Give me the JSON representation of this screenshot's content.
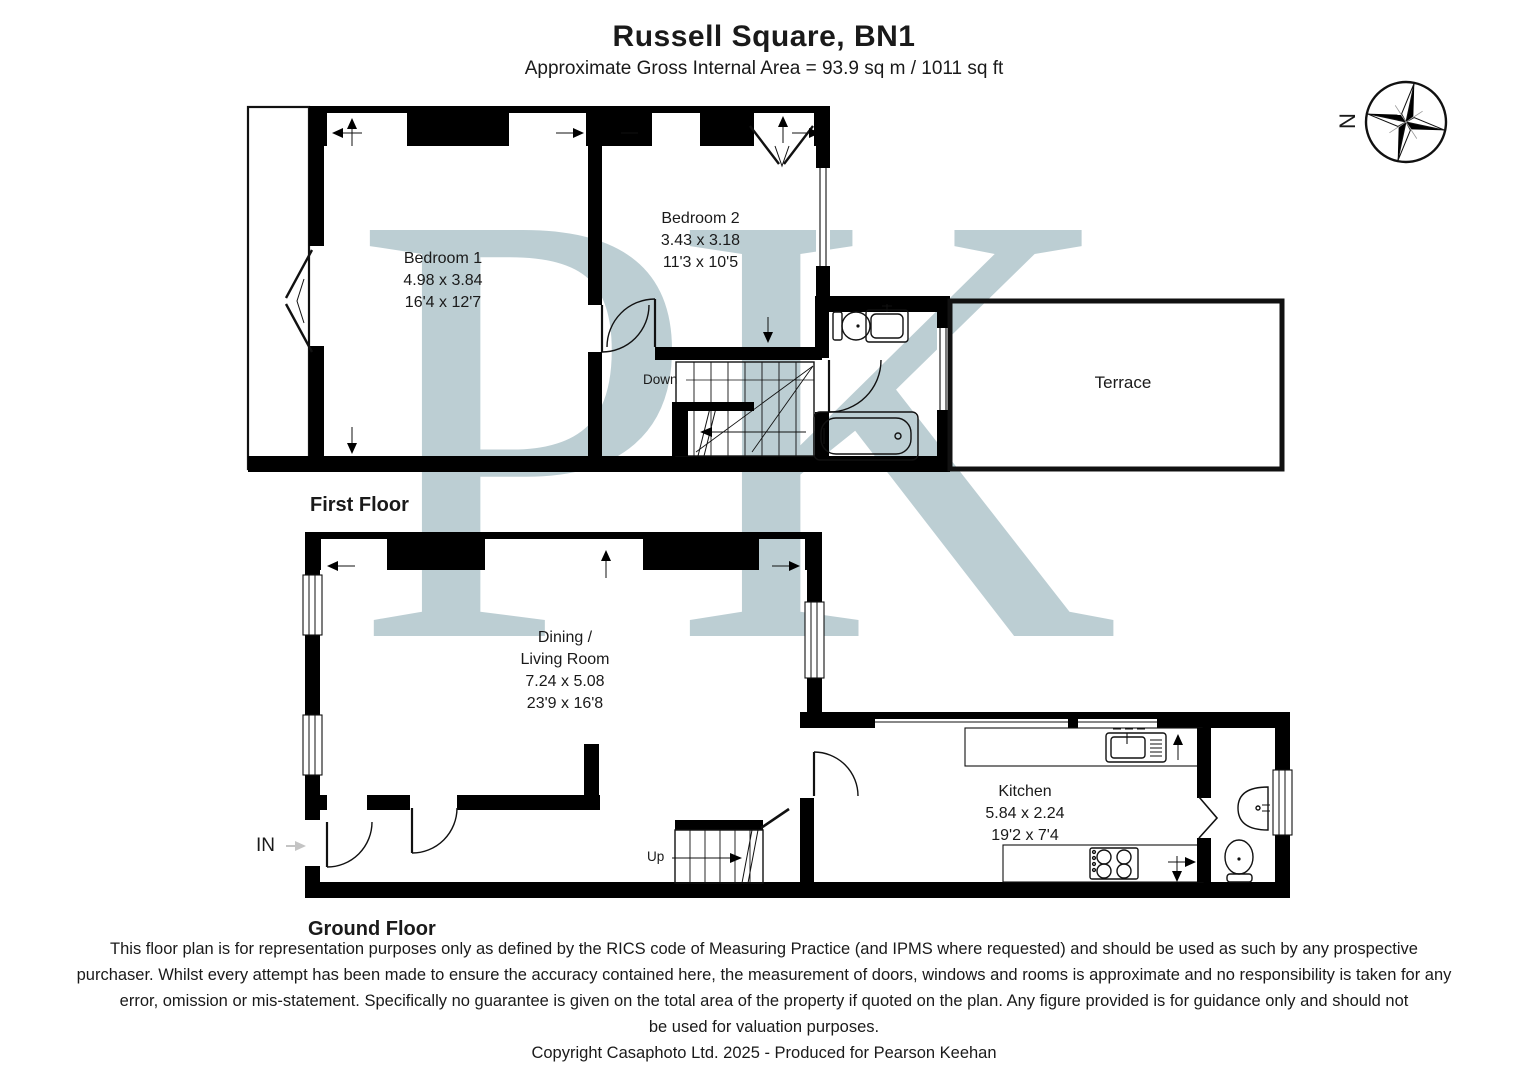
{
  "title": "Russell Square, BN1",
  "subtitle": "Approximate Gross Internal Area = 93.9 sq m / 1011 sq ft",
  "compass": {
    "north": "N"
  },
  "watermark": "PK",
  "first_floor": {
    "label": "First Floor",
    "bedroom1": {
      "name": "Bedroom 1",
      "metric": "4.98 x 3.84",
      "imperial": "16'4 x 12'7"
    },
    "bedroom2": {
      "name": "Bedroom 2",
      "metric": "3.43 x 3.18",
      "imperial": "11'3 x 10'5"
    },
    "terrace": {
      "name": "Terrace"
    },
    "stairs": {
      "label": "Down"
    }
  },
  "ground_floor": {
    "label": "Ground Floor",
    "living": {
      "name_line1": "Dining /",
      "name_line2": "Living Room",
      "metric": "7.24 x 5.08",
      "imperial": "23'9 x 16'8"
    },
    "kitchen": {
      "name": "Kitchen",
      "metric": "5.84 x 2.24",
      "imperial": "19'2 x 7'4"
    },
    "stairs": {
      "label": "Up"
    },
    "entrance": {
      "label": "IN"
    }
  },
  "footer": {
    "disclaimer_lines": [
      "This floor plan is for representation purposes only as defined by the RICS code of Measuring Practice (and IPMS where requested) and should be used as such by any prospective",
      "purchaser. Whilst every attempt has been made to ensure the accuracy contained here, the measurement of doors, windows and rooms is approximate and no responsibility is taken for any",
      "error, omission or mis-statement. Specifically no guarantee is given on the total area of the property if quoted on the plan. Any figure provided is for guidance only and should not",
      "be used for valuation purposes."
    ],
    "copyright": "Copyright Casaphoto Ltd. 2025 - Produced for Pearson Keehan"
  },
  "colors": {
    "wall": "#000000",
    "watermark": "#b5c9cf",
    "text": "#1a1a1a"
  }
}
